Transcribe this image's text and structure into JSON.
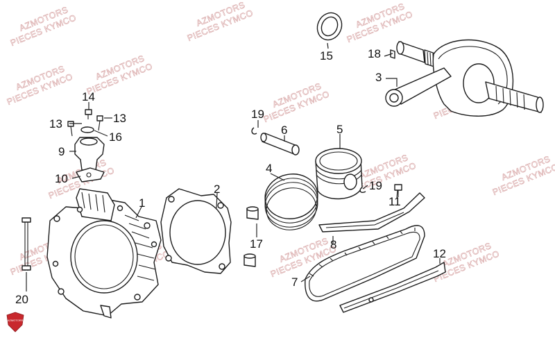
{
  "watermark": {
    "line1": "AZMOTORS",
    "line2": "PIECES KYMCO"
  },
  "callouts": {
    "c1": "1",
    "c2": "2",
    "c3": "3",
    "c4": "4",
    "c5": "5",
    "c6": "6",
    "c7": "7",
    "c8": "8",
    "c9": "9",
    "c10": "10",
    "c11": "11",
    "c12": "12",
    "c13a": "13",
    "c13b": "13",
    "c14": "14",
    "c15": "15",
    "c16": "16",
    "c17": "17",
    "c18": "18",
    "c19a": "19",
    "c19b": "19",
    "c20": "20"
  },
  "logo": {
    "text": "AZMOTORS",
    "color": "#c8282d"
  }
}
